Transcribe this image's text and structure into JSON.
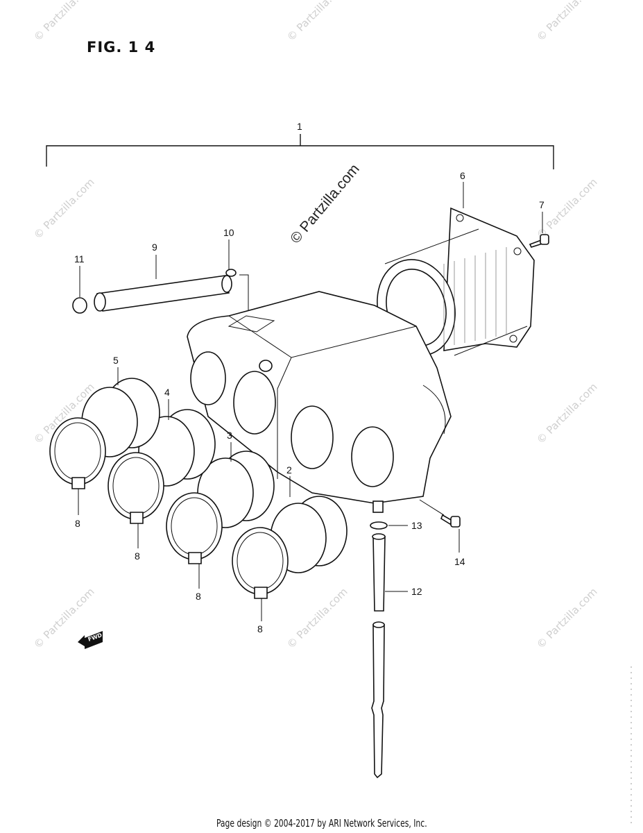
{
  "figure": {
    "title": "FIG. 1 4"
  },
  "watermark": {
    "small": "© Partzilla.com",
    "large": "© Partzilla.com"
  },
  "callouts": [
    "1",
    "2",
    "3",
    "4",
    "5",
    "6",
    "7",
    "8",
    "8",
    "8",
    "8",
    "9",
    "10",
    "11",
    "12",
    "13",
    "14"
  ],
  "labels": {
    "n1": "1",
    "n2": "2",
    "n3": "3",
    "n4": "4",
    "n5": "5",
    "n6": "6",
    "n7": "7",
    "n8a": "8",
    "n8b": "8",
    "n8c": "8",
    "n8d": "8",
    "n9": "9",
    "n10": "10",
    "n11": "11",
    "n12": "12",
    "n13": "13",
    "n14": "14"
  },
  "fwd_badge": "FWD",
  "footer": "Page design © 2004-2017 by ARI Network Services, Inc."
}
